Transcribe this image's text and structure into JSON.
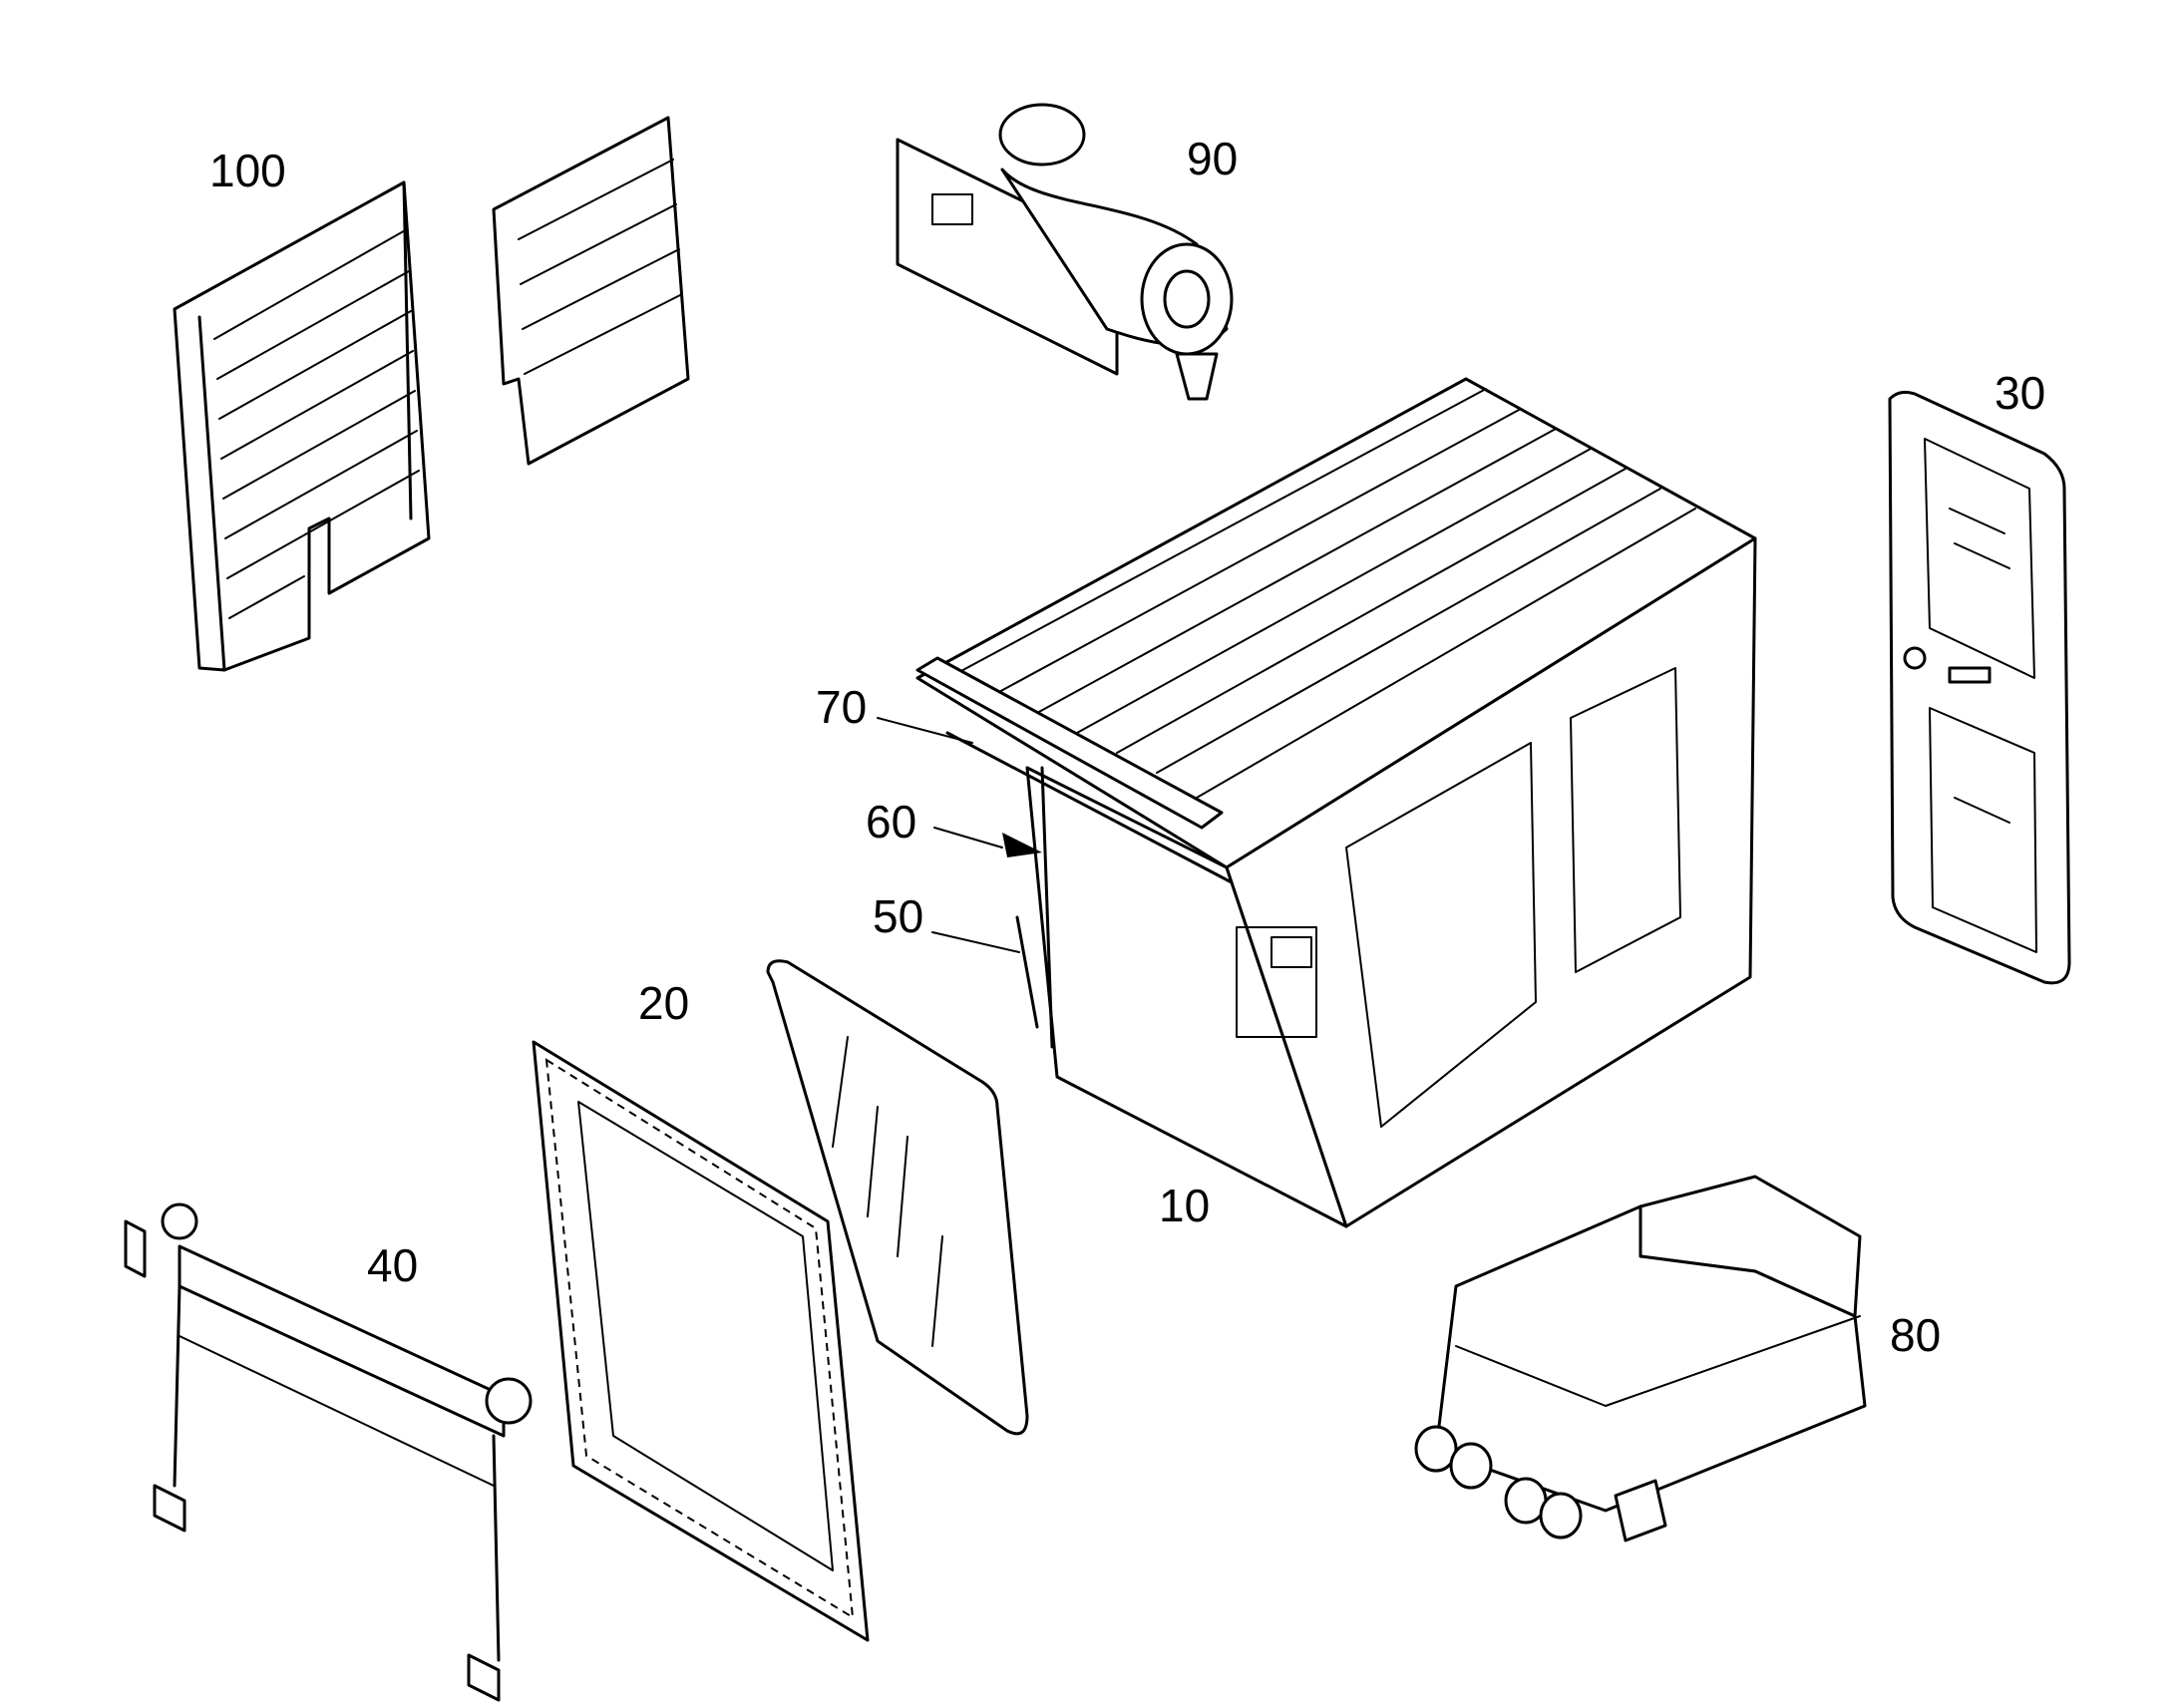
{
  "callouts": {
    "p10": "10",
    "p20": "20",
    "p30": "30",
    "p40": "40",
    "p50": "50",
    "p60": "60",
    "p70": "70",
    "p80": "80",
    "p90": "90",
    "p100": "100"
  },
  "colors": {
    "line": "#000000",
    "background": "#ffffff"
  }
}
